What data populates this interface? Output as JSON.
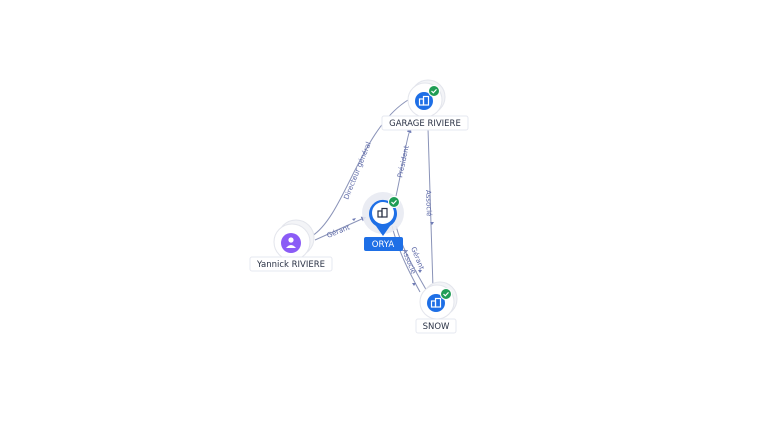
{
  "colors": {
    "company": "#1e6fe6",
    "person": "#8b5cf6",
    "check": "#1f9d55",
    "edge": "#8a93b8",
    "edge_text": "#5e6aa8"
  },
  "nodes": {
    "garage": {
      "label": "GARAGE RIVIERE",
      "icon": "building-icon",
      "verified": true
    },
    "orya": {
      "label": "ORYA",
      "icon": "building-icon",
      "verified": true,
      "focus": true
    },
    "snow": {
      "label": "SNOW",
      "icon": "building-icon",
      "verified": true
    },
    "yannick": {
      "label": "Yannick RIVIERE",
      "icon": "person-icon"
    }
  },
  "edges": {
    "directeur": {
      "label": "Directeur général"
    },
    "president": {
      "label": "Président"
    },
    "gerant_orya": {
      "label": "Gérant"
    },
    "associe_garage_snow": {
      "label": "Associé"
    },
    "gerant_snow": {
      "label": "Gérant"
    },
    "associe_orya_snow": {
      "label": "Associé"
    }
  }
}
